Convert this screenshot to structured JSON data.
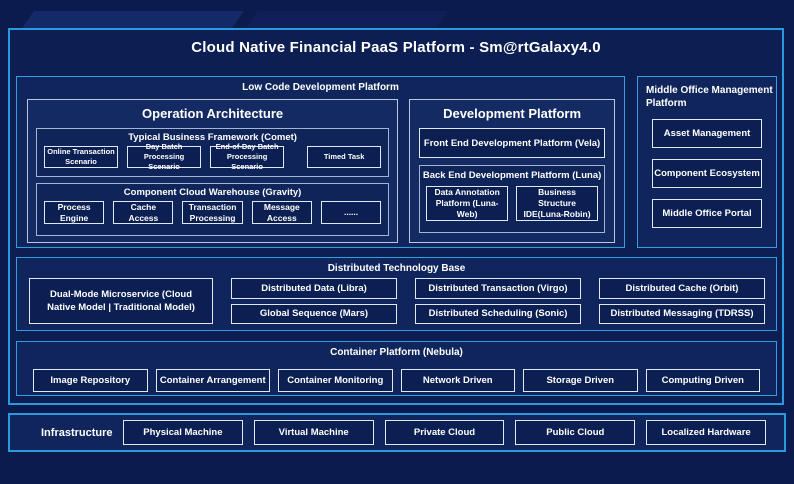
{
  "title": "Cloud Native Financial PaaS Platform - Sm@rtGalaxy4.0",
  "low_code": {
    "label": "Low Code Development Platform",
    "operation_architecture": {
      "title": "Operation Architecture",
      "groups": [
        {
          "label": "Typical Business Framework (Comet)",
          "items": [
            "Online Transaction Scenario",
            "Day Batch Processing Scenario",
            "End-of-Day Batch Processing Scenario",
            "Timed Task"
          ]
        },
        {
          "label": "Component Cloud Warehouse (Gravity)",
          "items": [
            "Process Engine",
            "Cache Access",
            "Transaction Processing",
            "Message Access",
            "......"
          ]
        }
      ]
    },
    "development_platform": {
      "title": "Development Platform",
      "front_end": "Front End Development Platform (Vela)",
      "back_end": {
        "label": "Back End Development Platform (Luna)",
        "items": [
          "Data Annotation Platform (Luna-Web)",
          "Business Structure IDE(Luna-Robin)"
        ]
      }
    }
  },
  "middle_office": {
    "label": "Middle Office Management Platform",
    "items": [
      "Asset Management",
      "Component Ecosystem",
      "Middle Office Portal"
    ]
  },
  "distributed": {
    "label": "Distributed Technology Base",
    "side_box": "Dual-Mode Microservice (Cloud Native Model | Traditional Model)",
    "row1": [
      "Distributed Data (Libra)",
      "Distributed Transaction (Virgo)",
      "Distributed Cache (Orbit)"
    ],
    "row2": [
      "Global Sequence (Mars)",
      "Distributed Scheduling (Sonic)",
      "Distributed Messaging (TDRSS)"
    ]
  },
  "container_platform": {
    "label": "Container Platform (Nebula)",
    "items": [
      "Image Repository",
      "Container Arrangement",
      "Container Monitoring",
      "Network Driven",
      "Storage Driven",
      "Computing Driven"
    ]
  },
  "infrastructure": {
    "label": "Infrastructure",
    "items": [
      "Physical Machine",
      "Virtual Machine",
      "Private Cloud",
      "Public Cloud",
      "Localized Hardware"
    ]
  },
  "colors": {
    "background": "#0c1b4e",
    "accent_cyan_border": "#2a9ade",
    "section_fill": "#0f255c",
    "box_fill": "#142a62",
    "leaf_fill": "#0c1f53",
    "leaf_border": "#dfe8f4",
    "text": "#ffffff"
  }
}
